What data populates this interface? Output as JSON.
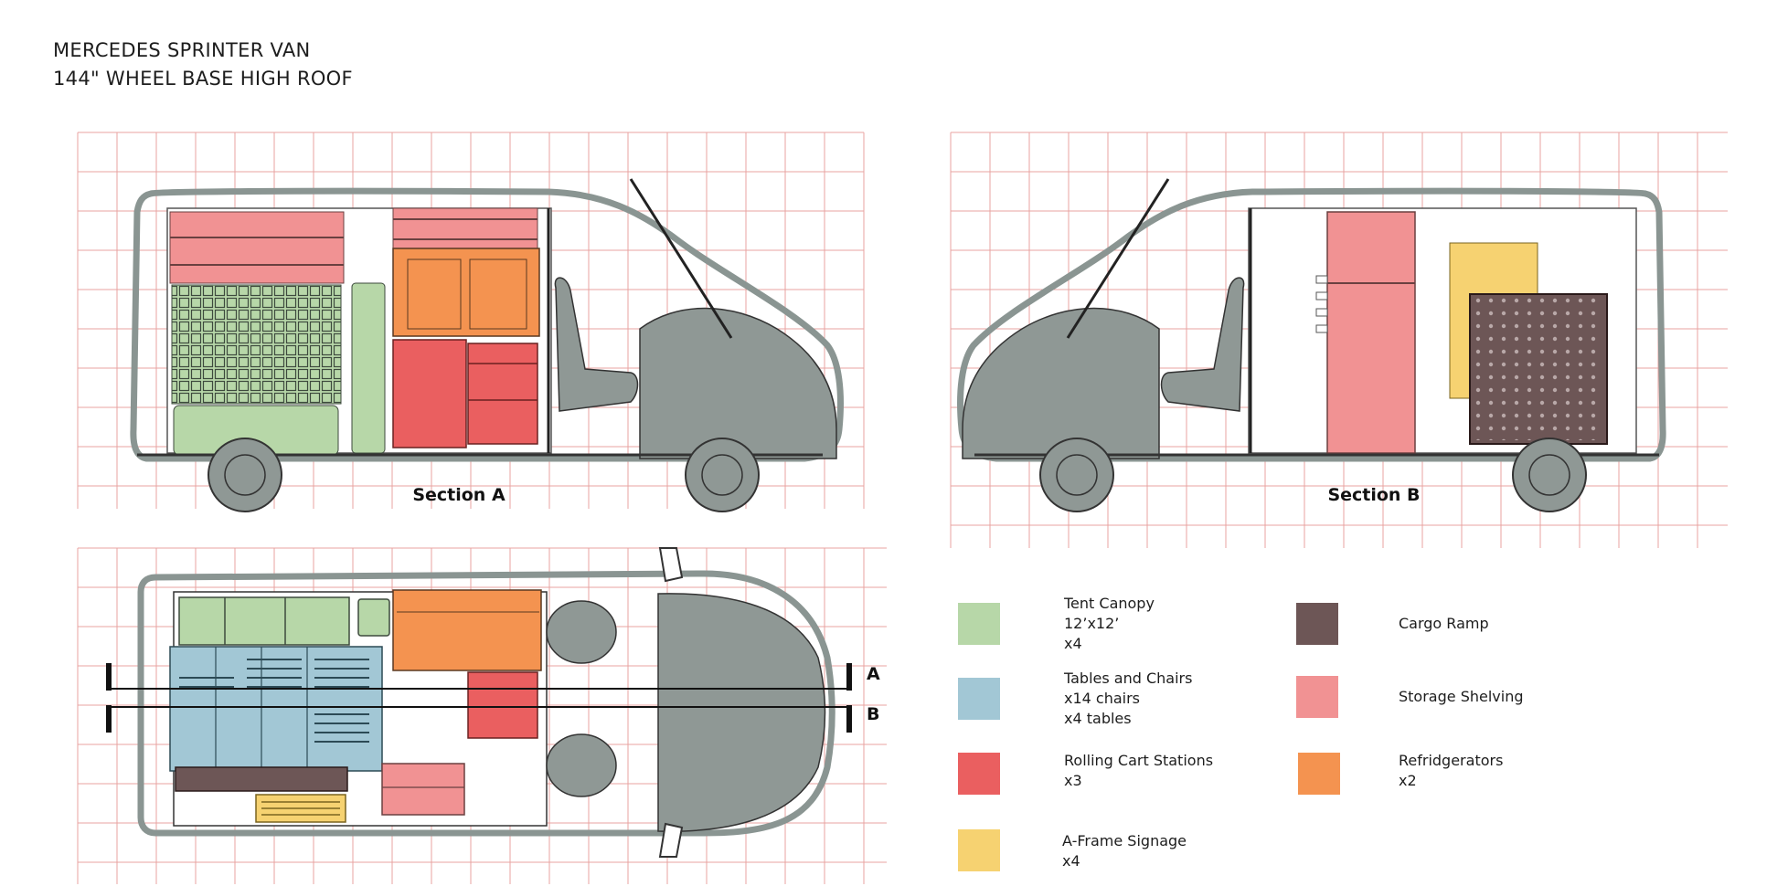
{
  "title": {
    "line1": "MERCEDES SPRINTER VAN",
    "line2": "144\" WHEEL BASE HIGH ROOF"
  },
  "sections": {
    "a_label": "Section A",
    "b_label": "Section B",
    "marker_a": "A",
    "marker_b": "B"
  },
  "colors": {
    "grid": "#e9a3a0",
    "van_body": "#8f9895",
    "tent_canopy": "#b7d7a8",
    "tables_chairs": "#a2c7d5",
    "rolling_cart": "#ea5f60",
    "a_frame": "#f6d271",
    "cargo_ramp": "#6d5656",
    "storage_shelving": "#f19293",
    "refrigerators": "#f49350"
  },
  "legend": [
    {
      "key": "tent_canopy",
      "lines": [
        "Tent Canopy",
        "12’x12’",
        "x4"
      ]
    },
    {
      "key": "tables_chairs",
      "lines": [
        "Tables and Chairs",
        "x14 chairs",
        "x4 tables"
      ]
    },
    {
      "key": "rolling_cart",
      "lines": [
        "Rolling Cart Stations",
        "x3"
      ]
    },
    {
      "key": "a_frame",
      "lines": [
        "A-Frame Signage",
        "x4"
      ]
    },
    {
      "key": "cargo_ramp",
      "lines": [
        "Cargo Ramp"
      ]
    },
    {
      "key": "storage_shelving",
      "lines": [
        "Storage Shelving"
      ]
    },
    {
      "key": "refrigerators",
      "lines": [
        "Refridgerators",
        "x2"
      ]
    }
  ]
}
